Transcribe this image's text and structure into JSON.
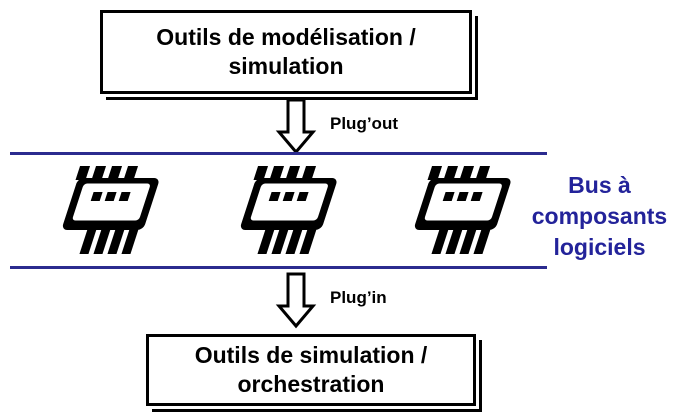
{
  "top_box": {
    "line1": "Outils de modélisation /",
    "line2": "simulation"
  },
  "bottom_box": {
    "line1": "Outils de simulation /",
    "line2": "orchestration"
  },
  "plug_out_label": "Plug’out",
  "plug_in_label": "Plug’in",
  "bus_label": {
    "line1": "Bus à",
    "line2": "composants",
    "line3": "logiciels"
  },
  "colors": {
    "bus_line": "#2b2b8f",
    "bus_text": "#23239a",
    "box_border": "#000000"
  },
  "icons": [
    "arrow-down-icon",
    "chip-icon"
  ]
}
